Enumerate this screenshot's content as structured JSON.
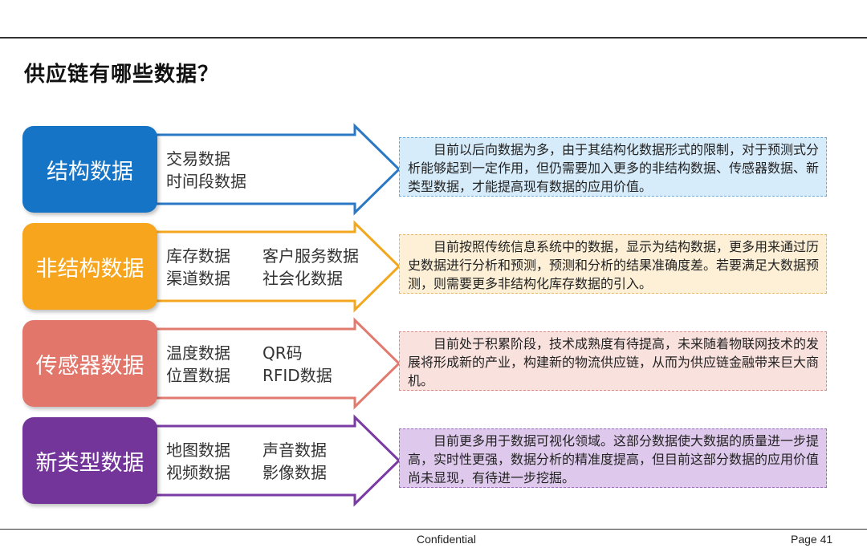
{
  "page": {
    "title": "供应链有哪些数据？",
    "footer_center": "Confidential",
    "footer_page": "Page 41"
  },
  "rows": [
    {
      "label": "结构数据",
      "color": "#1574c6",
      "arrow_color": "#2b79c4",
      "note_bg": "#d7ecfb",
      "note_border": "#6aa9dc",
      "items": [
        "交易数据",
        "时间段数据"
      ],
      "note": "目前以后向数据为多，由于其结构化数据形式的限制，对于预测式分析能够起到一定作用，但仍需要加入更多的非结构数据、传感器数据、新类型数据，才能提高现有数据的应用价值。"
    },
    {
      "label": "非结构数据",
      "color": "#f6a51c",
      "arrow_color": "#f3a71f",
      "note_bg": "#fdf0d6",
      "note_border": "#e9b75e",
      "items": [
        "库存数据",
        "客户服务数据",
        "渠道数据",
        "社会化数据"
      ],
      "note": "目前按照传统信息系统中的数据，显示为结构数据，更多用来通过历史数据进行分析和预测，预测和分析的结果准确度差。若要满足大数据预测，则需要更多非结构化库存数据的引入。"
    },
    {
      "label": "传感器数据",
      "color": "#e2766a",
      "arrow_color": "#e17b70",
      "note_bg": "#f9e1dd",
      "note_border": "#dc8e85",
      "items": [
        "温度数据",
        "QR码",
        "位置数据",
        "RFID数据"
      ],
      "note": "目前处于积累阶段，技术成熟度有待提高，未来随着物联网技术的发展将形成新的产业，构建新的物流供应链，从而为供应链金融带来巨大商机。"
    },
    {
      "label": "新类型数据",
      "color": "#74359b",
      "arrow_color": "#7a3ba3",
      "note_bg": "#dec9ec",
      "note_border": "#9d6dbd",
      "items": [
        "地图数据",
        "声音数据",
        "视频数据",
        "影像数据"
      ],
      "note": "目前更多用于数据可视化领域。这部分数据使大数据的质量进一步提高，实时性更强，数据分析的精准度提高，但目前这部分数据的应用价值尚未显现，有待进一步挖掘。"
    }
  ]
}
